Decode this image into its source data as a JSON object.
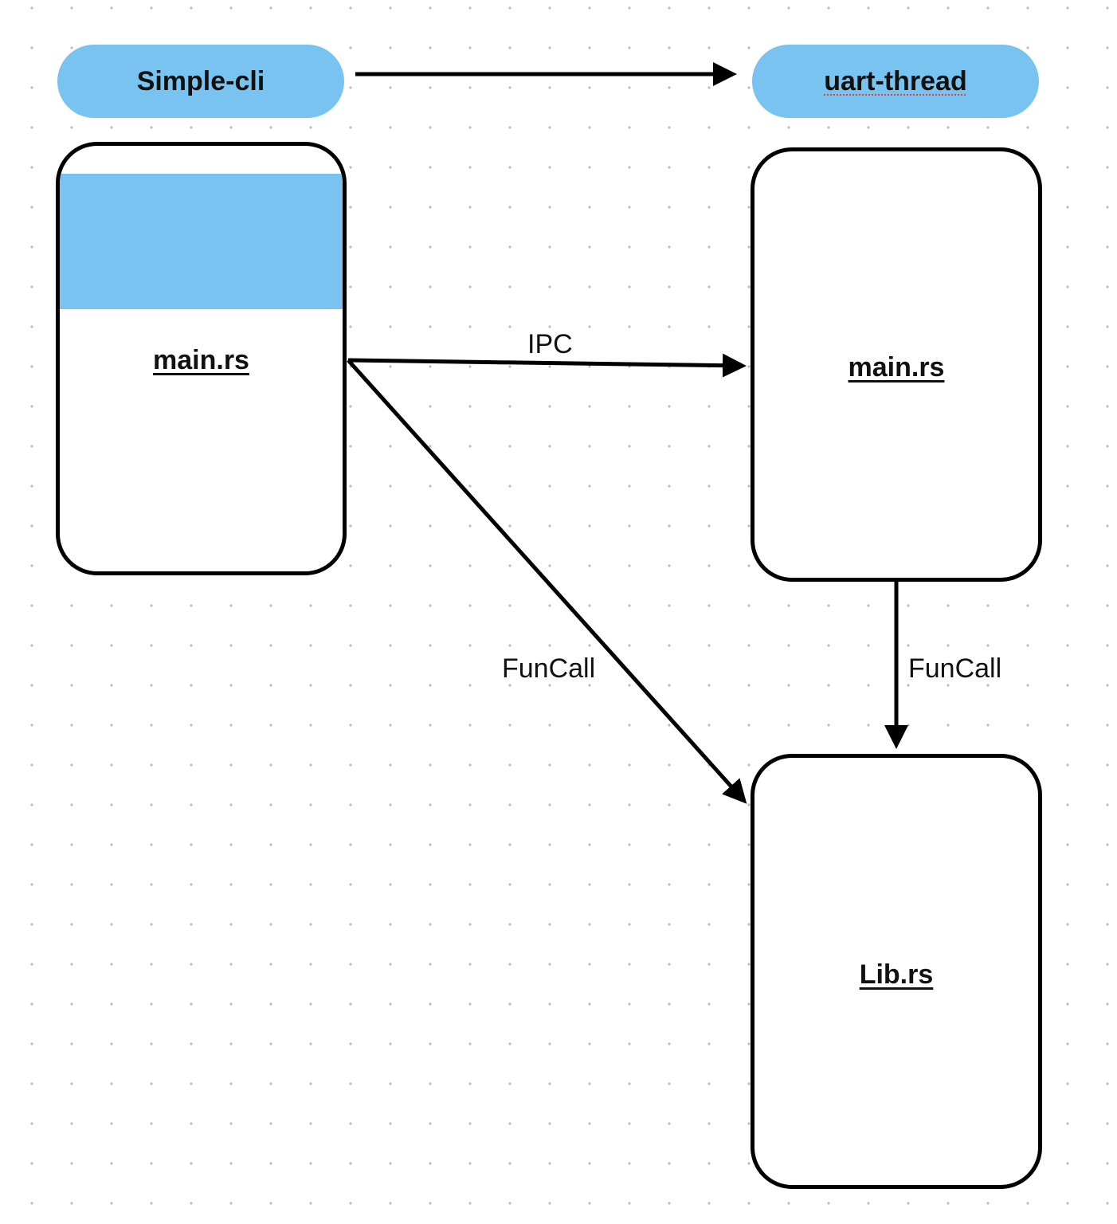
{
  "diagram": {
    "headers": {
      "left": "Simple-cli",
      "right": "uart-thread"
    },
    "boxes": {
      "cli_main": "main.rs",
      "uart_main": "main.rs",
      "lib": "Lib.rs"
    },
    "edges": {
      "ipc": "IPC",
      "cli_to_lib": "FunCall",
      "uart_to_lib": "FunCall"
    }
  },
  "colors": {
    "accent_fill": "#78c3f0",
    "stroke": "#000000",
    "spellcheck": "#e04040"
  }
}
